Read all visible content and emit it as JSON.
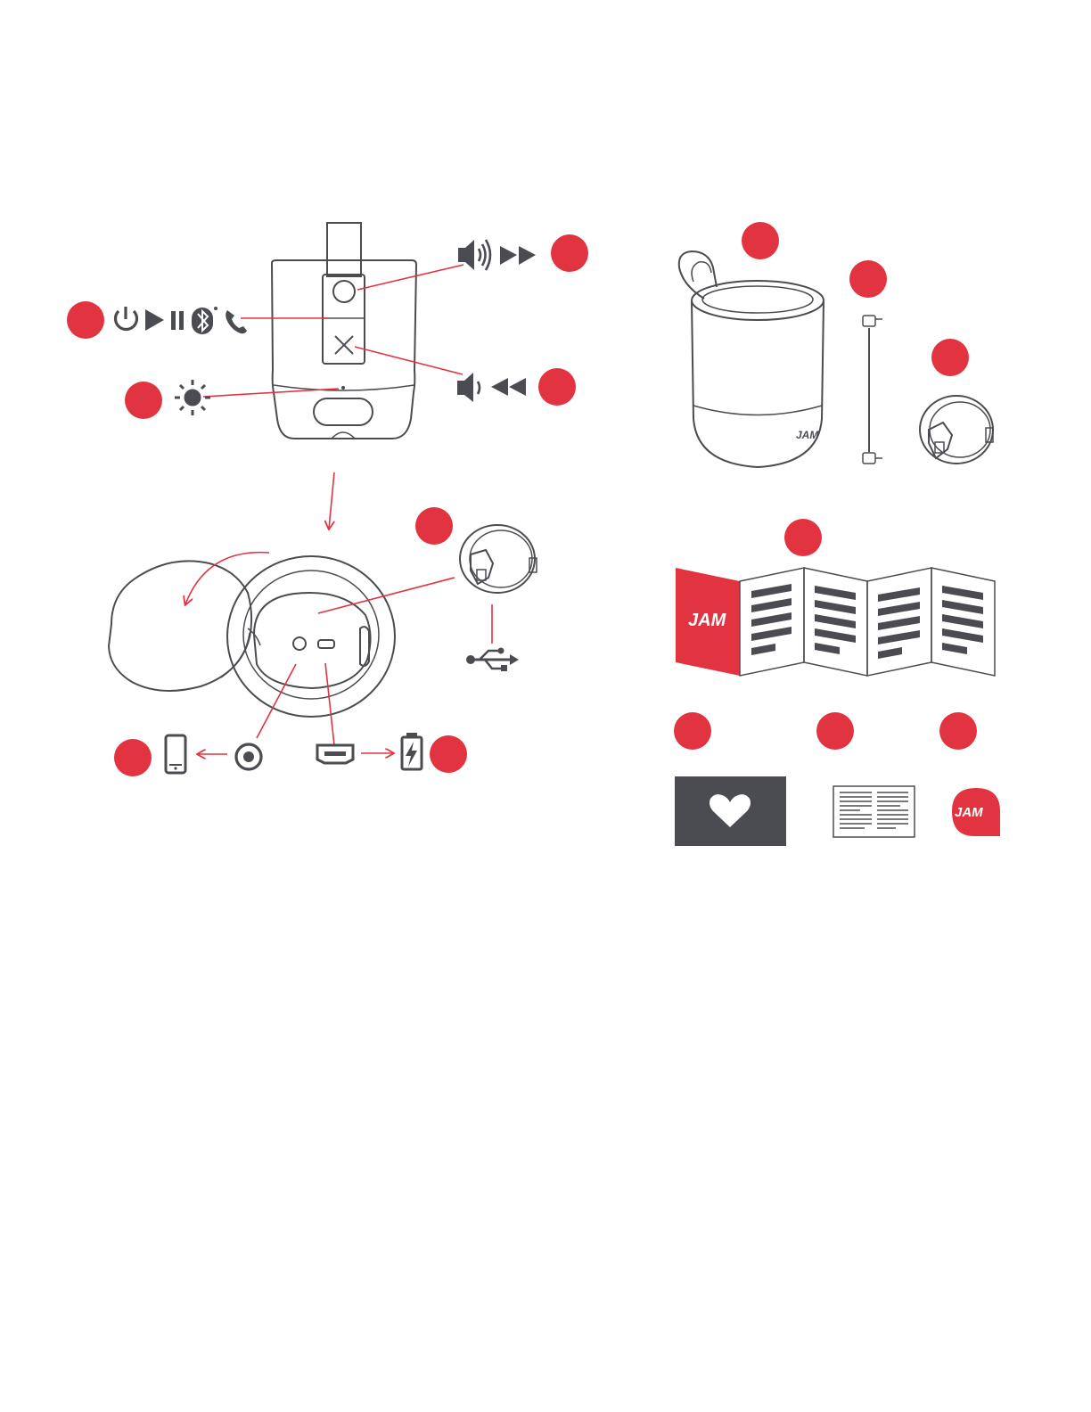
{
  "colors": {
    "accent": "#e23340",
    "ink": "#4b4c52",
    "background": "#ffffff"
  },
  "brand": {
    "logo_text": "JAM"
  },
  "icons": {
    "controls": [
      "power-icon",
      "play-pause-icon",
      "bluetooth-icon",
      "phone-icon"
    ],
    "volume_up": [
      "volume-up-icon",
      "fast-forward-icon"
    ],
    "volume_down": [
      "volume-down-icon",
      "rewind-icon"
    ],
    "led": "led-light-icon",
    "usb": "usb-icon",
    "aux": [
      "phone-device-icon",
      "aux-jack-icon"
    ],
    "charge": [
      "micro-usb-port-icon",
      "battery-charging-icon"
    ],
    "contents": [
      "speaker",
      "aux-cable",
      "usb-cable",
      "fold-out-guide",
      "warranty-heart-card",
      "instruction-booklet",
      "jam-sticker"
    ]
  }
}
